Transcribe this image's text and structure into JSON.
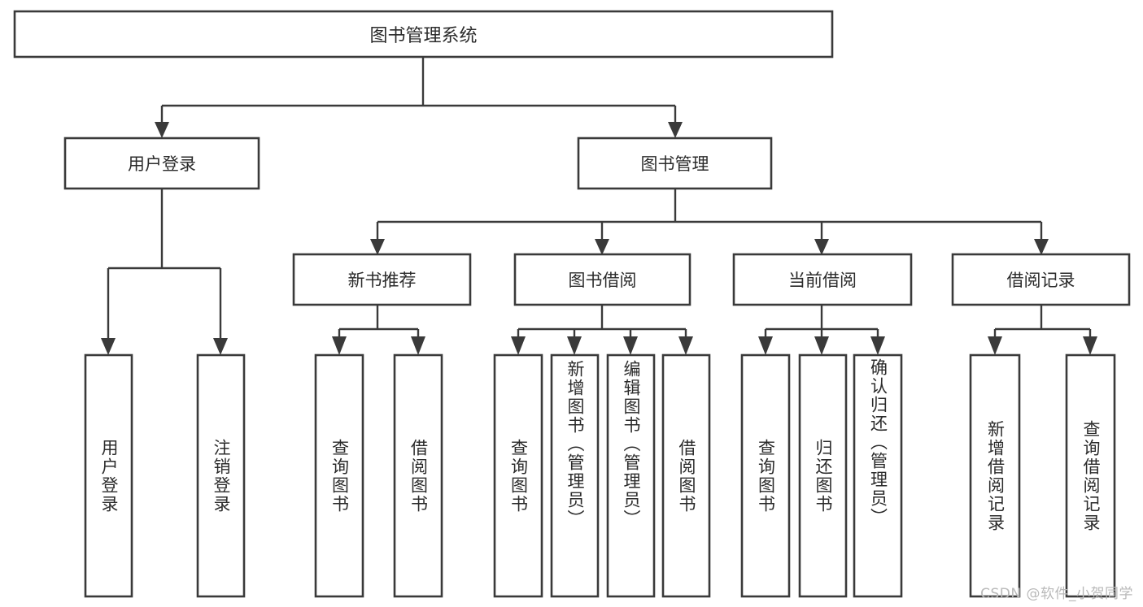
{
  "diagram": {
    "type": "tree-hierarchy",
    "title": "图书管理系统",
    "orientation": "top-down",
    "style": {
      "box_fill": "#ffffff",
      "box_stroke": "#3a3a3a",
      "connector_color": "#3a3a3a",
      "text_color": "#2b2b2b",
      "background": "#ffffff"
    },
    "root": {
      "label": "图书管理系统"
    },
    "level2": [
      {
        "label": "用户登录"
      },
      {
        "label": "图书管理"
      }
    ],
    "level3": [
      {
        "label": "新书推荐"
      },
      {
        "label": "图书借阅"
      },
      {
        "label": "当前借阅"
      },
      {
        "label": "借阅记录"
      }
    ],
    "leaves": {
      "user_login": [
        {
          "label": "用户登录"
        },
        {
          "label": "注销登录"
        }
      ],
      "new_book_recommend": [
        {
          "label": "查询图书"
        },
        {
          "label": "借阅图书"
        }
      ],
      "book_borrow": [
        {
          "label": "查询图书"
        },
        {
          "label": "新增图书（管理员）"
        },
        {
          "label": "编辑图书（管理员）"
        },
        {
          "label": "借阅图书"
        }
      ],
      "current_borrow": [
        {
          "label": "查询图书"
        },
        {
          "label": "归还图书"
        },
        {
          "label": "确认归还（管理员）"
        }
      ],
      "borrow_record": [
        {
          "label": "新增借阅记录"
        },
        {
          "label": "查询借阅记录"
        }
      ]
    }
  },
  "watermark": {
    "text": "CSDN @软件_小贺同学"
  }
}
